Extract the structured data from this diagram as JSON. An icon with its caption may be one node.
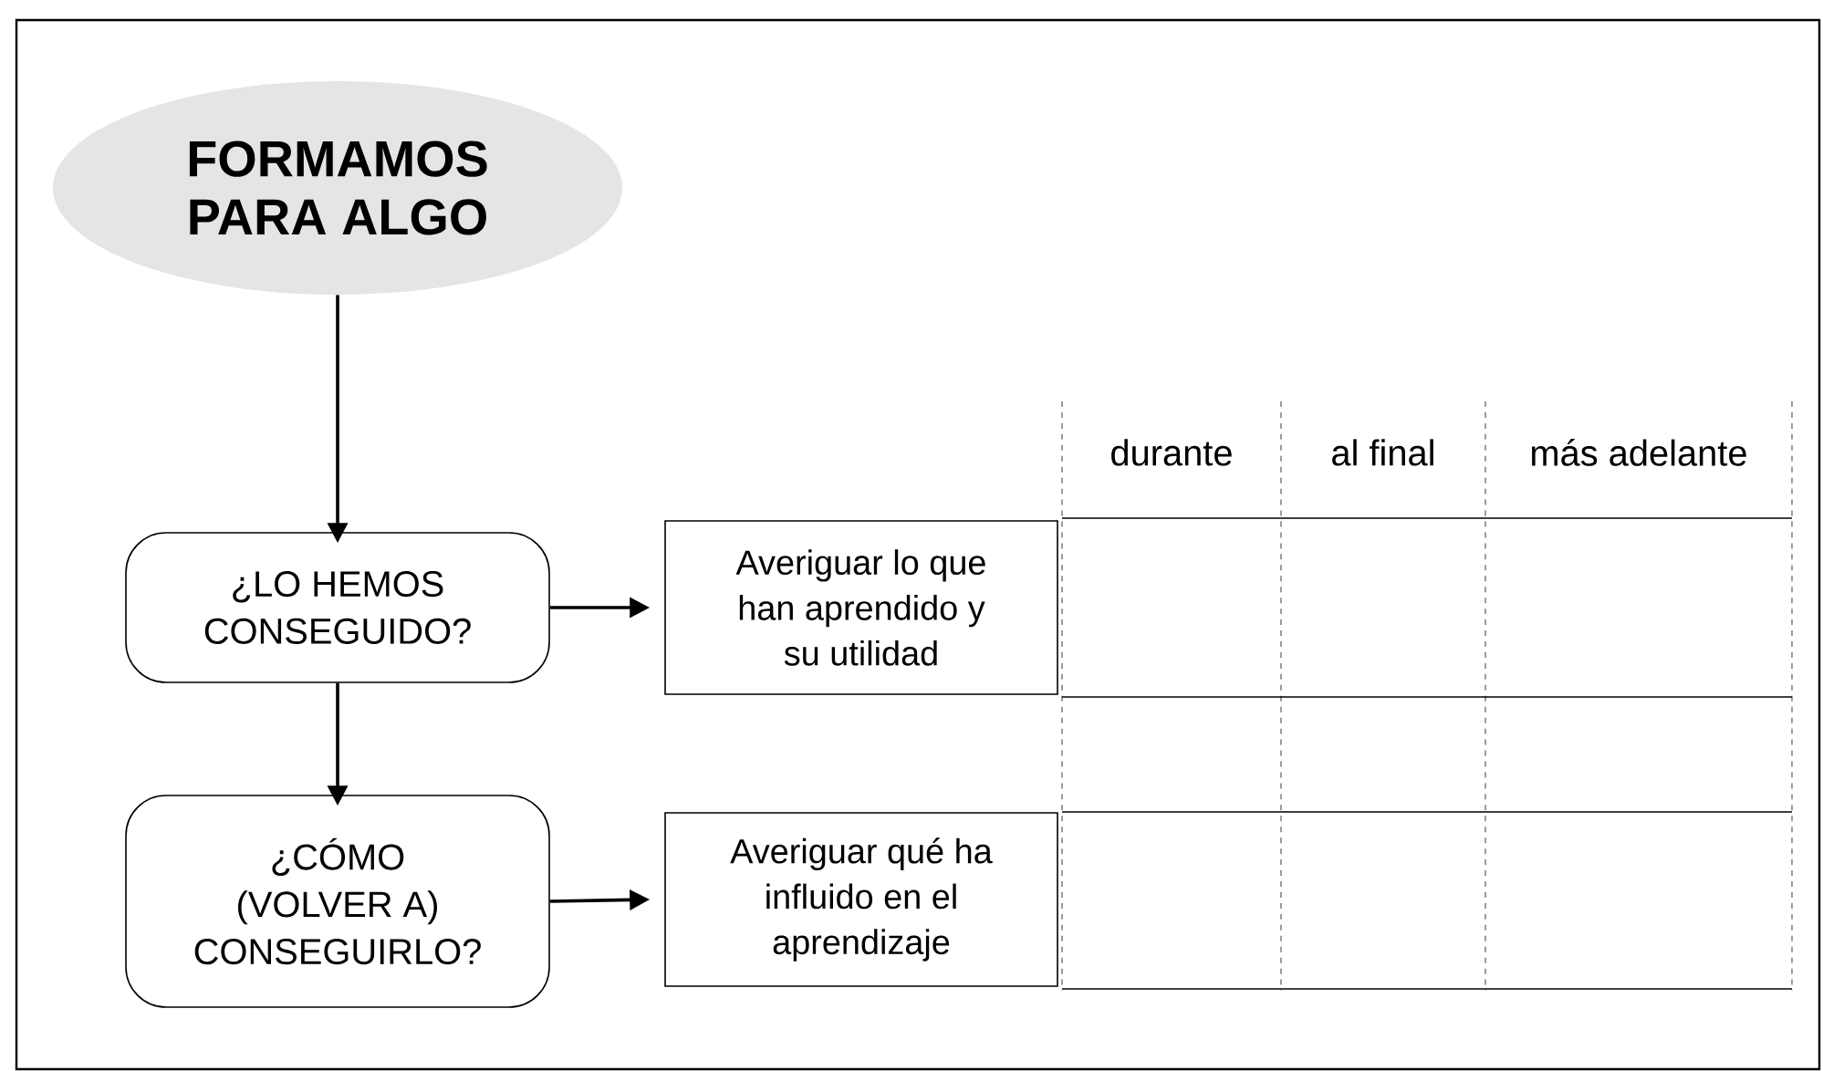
{
  "diagram": {
    "nodes": [
      {
        "text": [
          "FORMAMOS PARA ALGO"
        ]
      },
      {
        "text": [
          "¿LO HEMOS CONSEGUIDO?"
        ]
      },
      {
        "text": [
          "Averiguar lo que han aprendido y su utilidad"
        ]
      },
      {
        "text": [
          "¿CÓMO (VOLVER A) CONSEGUIRLO?"
        ]
      },
      {
        "text": [
          "Averiguar qué ha influido en el aprendizaje"
        ]
      }
    ],
    "edges": [
      {
        "from": 0,
        "to": 1,
        "arrow": "to"
      },
      {
        "from": 1,
        "to": 2,
        "arrow": "to"
      },
      {
        "from": 1,
        "to": 3,
        "arrow": "to"
      },
      {
        "from": 3,
        "to": 4,
        "arrow": "to"
      }
    ],
    "labels": [
      "durante",
      "al final",
      "más adelante"
    ]
  }
}
